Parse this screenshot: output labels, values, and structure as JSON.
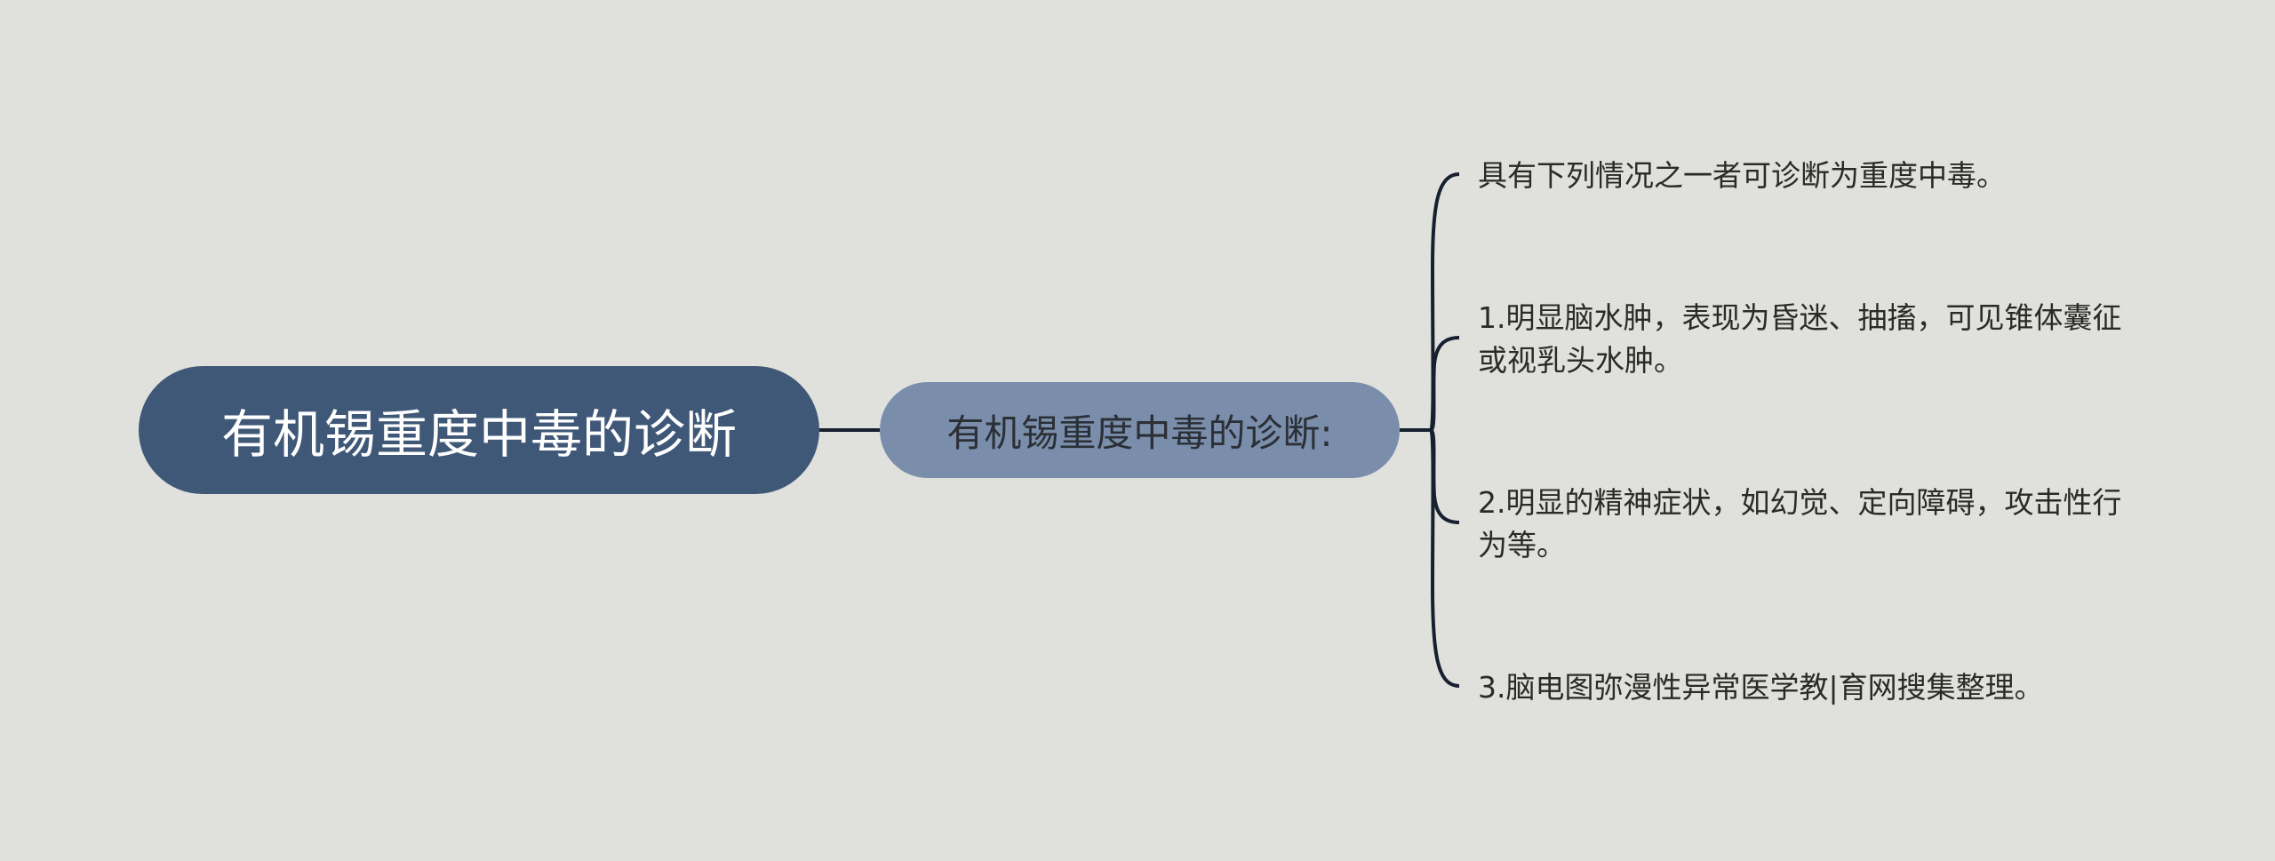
{
  "root": {
    "label": "有机锡重度中毒的诊断"
  },
  "branch": {
    "label": "有机锡重度中毒的诊断:"
  },
  "leaves": [
    {
      "text": "具有下列情况之一者可诊断为重度中毒。"
    },
    {
      "text": "1.明显脑水肿，表现为昏迷、抽搐，可见锥体囊征或视乳头水肿。"
    },
    {
      "text": "2.明显的精神症状，如幻觉、定向障碍，攻击性行为等。"
    },
    {
      "text": "3.脑电图弥漫性异常医学教|育网搜集整理。"
    }
  ],
  "colors": {
    "background": "#e0e0dc",
    "root_fill": "#3f5877",
    "branch_fill": "#7a8eab",
    "connector": "#17202e"
  }
}
